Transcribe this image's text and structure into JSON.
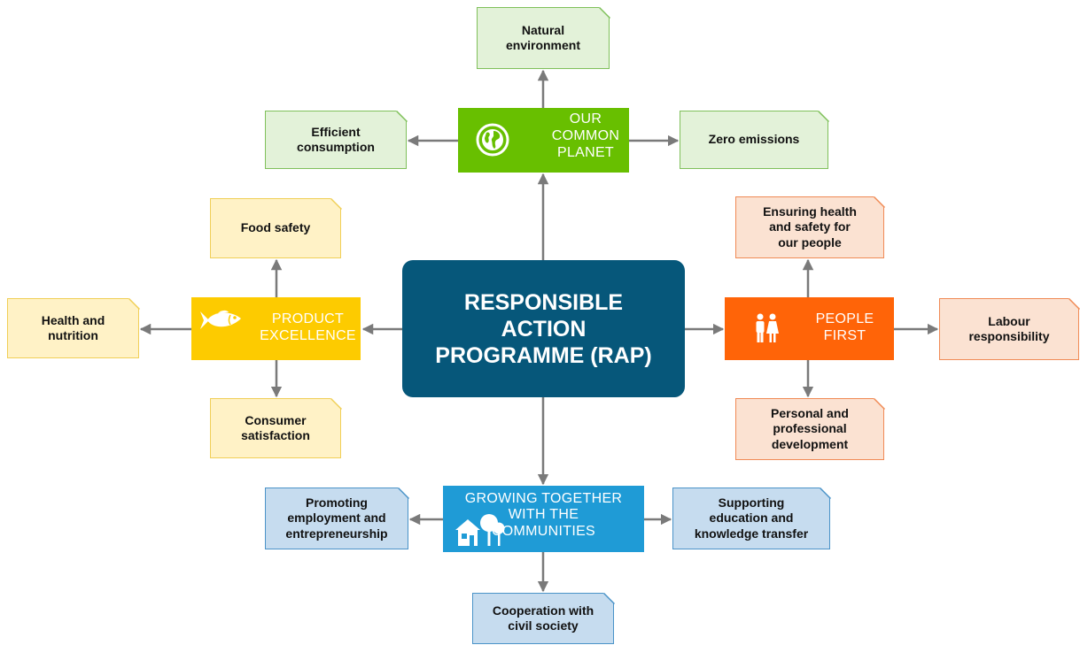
{
  "center": {
    "title": "RESPONSIBLE\nACTION\nPROGRAMME (RAP)"
  },
  "pillars": {
    "planet": {
      "label": "OUR\nCOMMON\nPLANET",
      "icon": "globe-icon",
      "color": "#68bf00",
      "children": [
        "Natural\nenvironment",
        "Efficient\nconsumption",
        "Zero emissions"
      ]
    },
    "product": {
      "label": "PRODUCT\nEXCELLENCE",
      "icon": "fish-icon",
      "color": "#fdcb00",
      "children": [
        "Food safety",
        "Health and\nnutrition",
        "Consumer\nsatisfaction"
      ]
    },
    "people": {
      "label": "PEOPLE\nFIRST",
      "icon": "people-icon",
      "color": "#ff6408",
      "children": [
        "Ensuring health\nand safety for\nour people",
        "Labour\nresponsibility",
        "Personal and\nprofessional\ndevelopment"
      ]
    },
    "communities": {
      "label": "GROWING TOGETHER\nWITH THE\nCOMMUNITIES",
      "icon": "house-trees-icon",
      "color": "#1f9bd6",
      "children": [
        "Promoting\nemployment and\nentrepreneurship",
        "Supporting\neducation and\nknowledge transfer",
        "Cooperation with\ncivil society"
      ]
    }
  },
  "colors": {
    "center": "#06577a",
    "arrow": "#7a7a7a"
  }
}
